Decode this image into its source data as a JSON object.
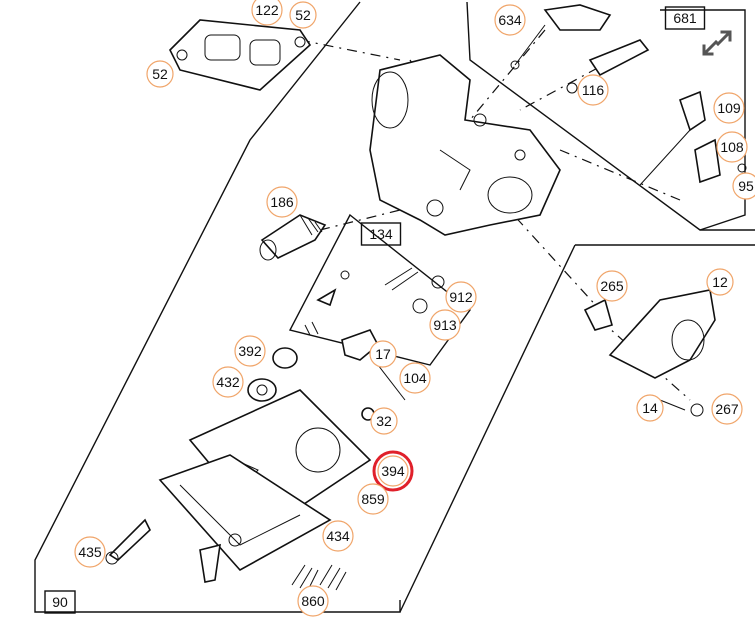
{
  "diagram": {
    "callouts": [
      {
        "id": "122",
        "label": "122",
        "highlight": false
      },
      {
        "id": "52a",
        "label": "52",
        "highlight": false
      },
      {
        "id": "52b",
        "label": "52",
        "highlight": false
      },
      {
        "id": "634",
        "label": "634",
        "highlight": false
      },
      {
        "id": "681",
        "label": "681",
        "highlight": false,
        "boxed": true
      },
      {
        "id": "116",
        "label": "116",
        "highlight": false
      },
      {
        "id": "109",
        "label": "109",
        "highlight": false
      },
      {
        "id": "108",
        "label": "108",
        "highlight": false
      },
      {
        "id": "95",
        "label": "95",
        "highlight": false
      },
      {
        "id": "186",
        "label": "186",
        "highlight": false
      },
      {
        "id": "134",
        "label": "134",
        "highlight": false,
        "boxed": true
      },
      {
        "id": "912",
        "label": "912",
        "highlight": false
      },
      {
        "id": "913",
        "label": "913",
        "highlight": false
      },
      {
        "id": "265",
        "label": "265",
        "highlight": false
      },
      {
        "id": "12",
        "label": "12",
        "highlight": false
      },
      {
        "id": "392",
        "label": "392",
        "highlight": false
      },
      {
        "id": "17",
        "label": "17",
        "highlight": false
      },
      {
        "id": "104",
        "label": "104",
        "highlight": false
      },
      {
        "id": "432",
        "label": "432",
        "highlight": false
      },
      {
        "id": "32",
        "label": "32",
        "highlight": false
      },
      {
        "id": "14",
        "label": "14",
        "highlight": false
      },
      {
        "id": "267",
        "label": "267",
        "highlight": false
      },
      {
        "id": "394",
        "label": "394",
        "highlight": true
      },
      {
        "id": "859",
        "label": "859",
        "highlight": false
      },
      {
        "id": "434",
        "label": "434",
        "highlight": false
      },
      {
        "id": "435",
        "label": "435",
        "highlight": false
      },
      {
        "id": "860",
        "label": "860",
        "highlight": false
      },
      {
        "id": "90",
        "label": "90",
        "highlight": false,
        "boxed": true
      }
    ],
    "highlight_color": "#e0202a",
    "callout_color": "#f0a56a"
  },
  "controls": {
    "expand_icon": "expand-arrows-icon"
  }
}
